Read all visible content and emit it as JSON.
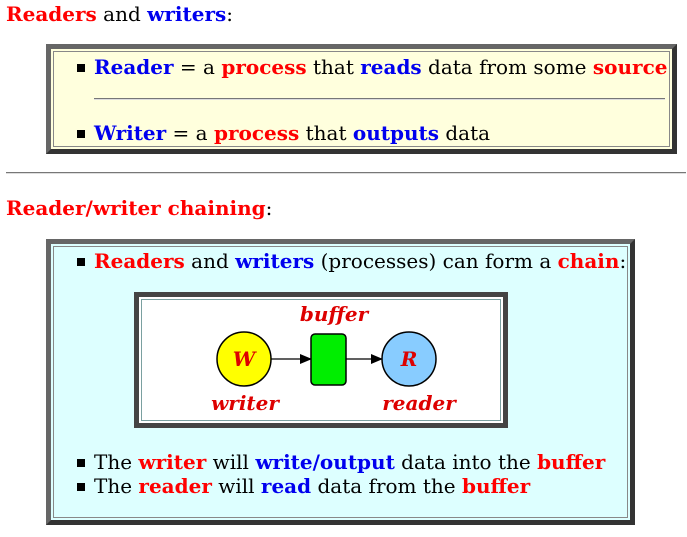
{
  "section1": {
    "heading_a": "Readers",
    "heading_and": " and ",
    "heading_b": "writers",
    "heading_colon": ":",
    "item1": {
      "term": "Reader",
      "t1": " = a ",
      "w1": "process",
      "t2": " that ",
      "w2": "reads",
      "t3": " data from some ",
      "w3": "source"
    },
    "item2": {
      "term": "Writer",
      "t1": " = a ",
      "w1": "process",
      "t2": " that ",
      "w2": "outputs",
      "t3": " data"
    }
  },
  "section2": {
    "heading": "Reader/writer chaining",
    "heading_colon": ":",
    "item1": {
      "w1": "Readers",
      "t1": " and ",
      "w2": "writers",
      "t2": " (processes) can form a ",
      "w3": "chain",
      "t3": ":"
    },
    "diagram": {
      "buffer_label": "buffer",
      "writer_letter": "W",
      "reader_letter": "R",
      "writer_label": "writer",
      "reader_label": "reader",
      "writer_color": "#ffff00",
      "buffer_color": "#00ee00",
      "reader_color": "#88ccff",
      "label_color": "#dd0000"
    },
    "item2": {
      "t1": "The ",
      "w1": "writer",
      "t2": " will ",
      "w2": "write/output",
      "t3": " data into the ",
      "w3": "buffer"
    },
    "item3": {
      "t1": "The ",
      "w1": "reader",
      "t2": " will ",
      "w2": "read",
      "t3": " data from the ",
      "w3": "buffer"
    }
  },
  "colors": {
    "box1_bg": "#ffffdd",
    "box2_bg": "#ddffff",
    "term_red": "#ff0000",
    "term_blue": "#0000ee"
  }
}
